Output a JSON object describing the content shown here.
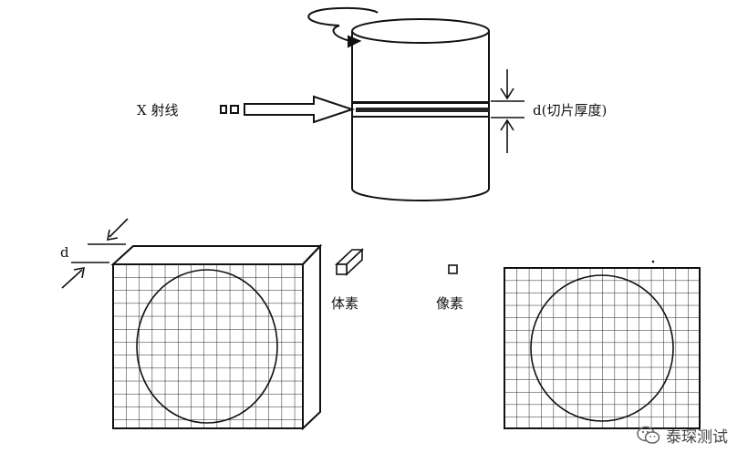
{
  "labels": {
    "xray": "X 射线",
    "slice_thickness": "d(切片厚度)",
    "d_block": "d",
    "voxel": "体素",
    "pixel": "像素"
  },
  "watermark": {
    "text": "泰琛测试",
    "icon": "wechat-icon"
  }
}
